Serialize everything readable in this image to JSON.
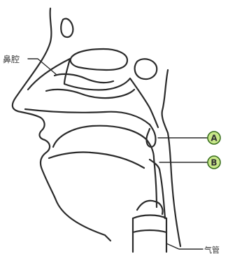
{
  "labels": {
    "nasal_cavity": "鼻腔",
    "marker_a": "A",
    "marker_b": "B",
    "trachea": "气管"
  },
  "colors": {
    "stroke": "#2b2b2b",
    "marker_fill": "#c9e88a",
    "marker_stroke": "#3a6f1e"
  }
}
